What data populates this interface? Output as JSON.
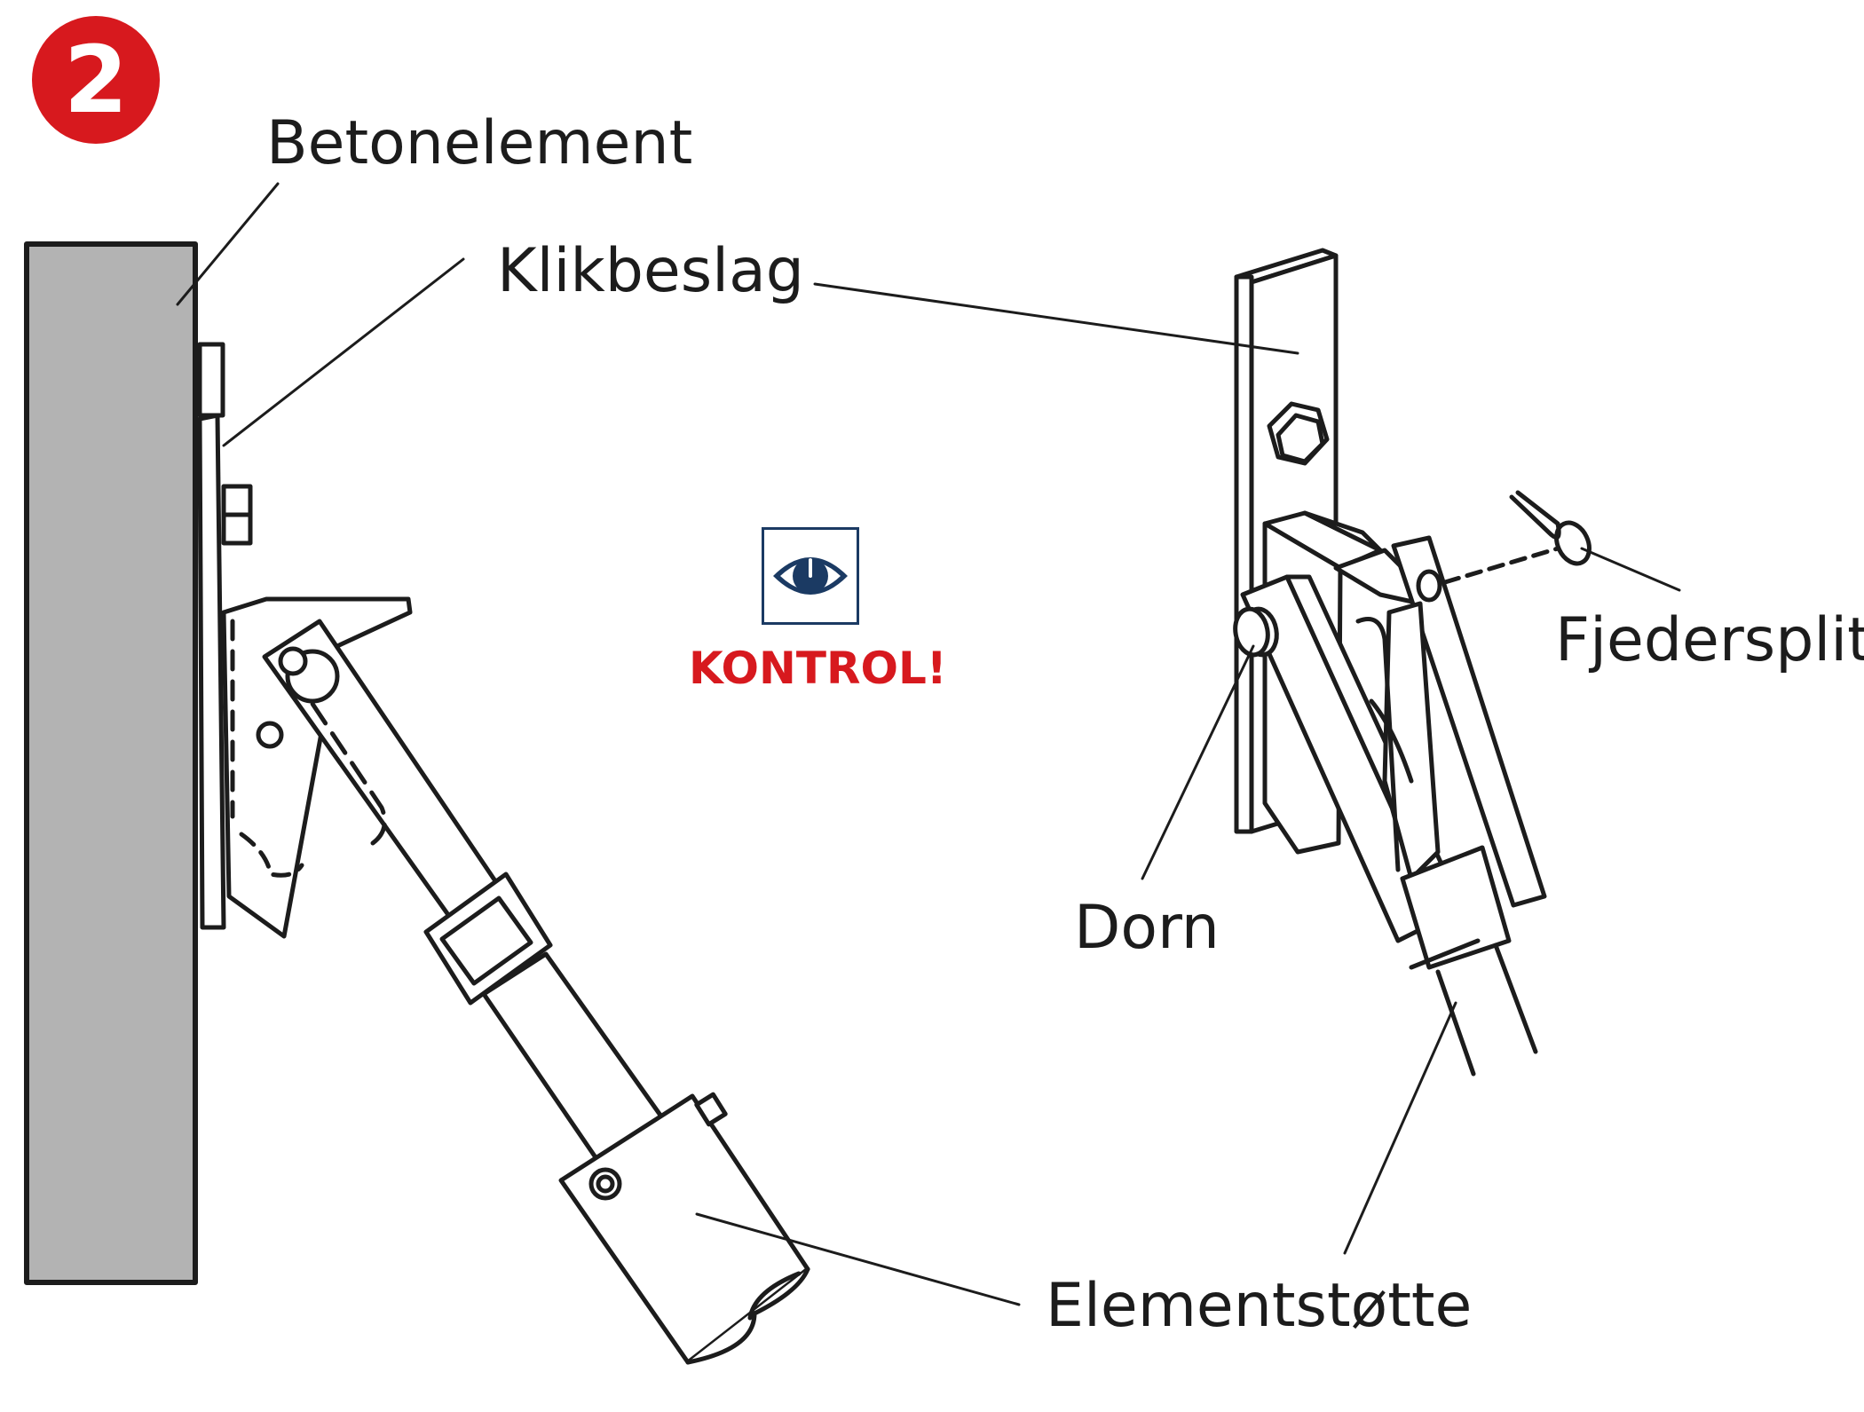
{
  "step": {
    "number": "2"
  },
  "labels": {
    "betonelement": "Betonelement",
    "klikbeslag": "Klikbeslag",
    "fjedersplit": "Fjedersplit",
    "dorn": "Dorn",
    "elementstotte": "Elementstøtte"
  },
  "kontrol": {
    "text": "KONTROL!",
    "icon": "eye-icon"
  },
  "colors": {
    "badge": "#d7191e",
    "kontrol_text": "#d7191e",
    "eye_icon": "#1b3a63",
    "concrete": "#b3b3b3",
    "line": "#1c1c1c"
  }
}
